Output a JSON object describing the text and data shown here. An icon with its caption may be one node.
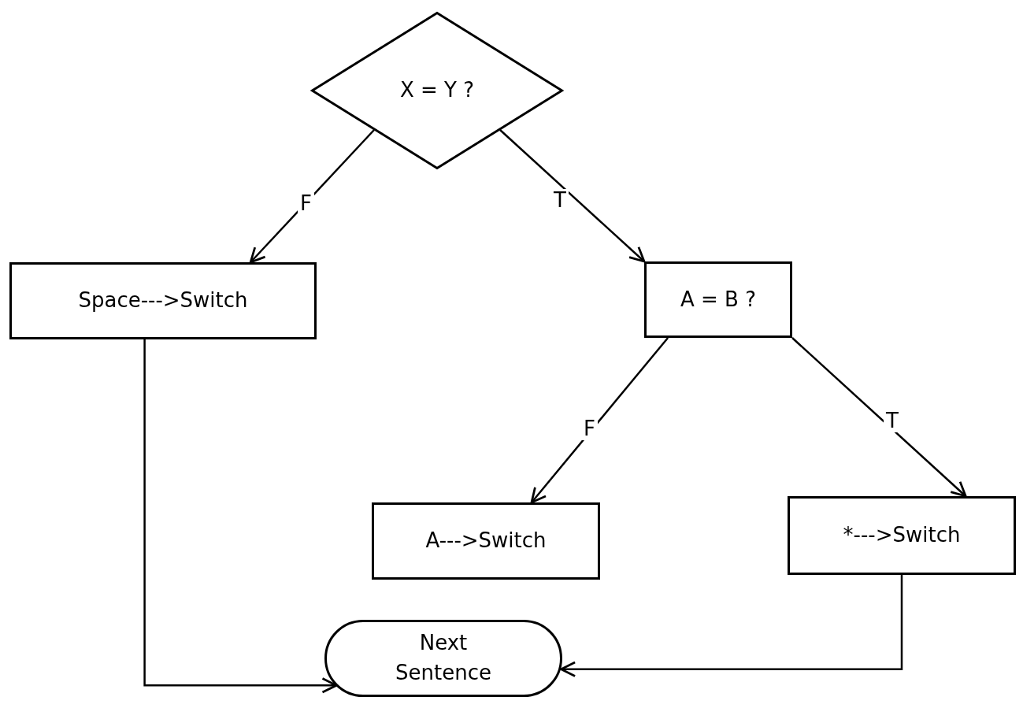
{
  "diagram": {
    "nodes": [
      {
        "text": [
          "X = Y ?"
        ]
      },
      {
        "text": [
          "Space--->Switch"
        ]
      },
      {
        "text": [
          "A = B ?"
        ]
      },
      {
        "text": [
          "A--->Switch"
        ]
      },
      {
        "text": [
          "*--->Switch"
        ]
      },
      {
        "text": [
          "Next Sentence"
        ]
      }
    ],
    "edges": [
      {
        "from": 0,
        "to": 1,
        "arrow": "to",
        "label": "F"
      },
      {
        "from": 0,
        "to": 2,
        "arrow": "to",
        "label": "T"
      },
      {
        "from": 2,
        "to": 3,
        "arrow": "to",
        "label": "F"
      },
      {
        "from": 2,
        "to": 4,
        "arrow": "to",
        "label": "T"
      },
      {
        "from": 1,
        "to": 5,
        "arrow": "to"
      },
      {
        "from": 4,
        "to": 5,
        "arrow": "to"
      }
    ]
  }
}
